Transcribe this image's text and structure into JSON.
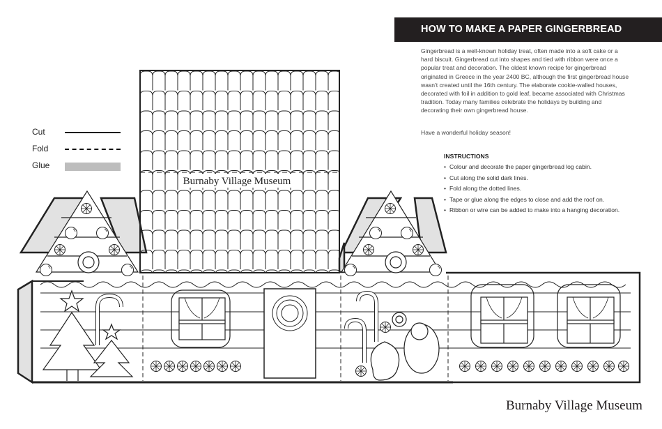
{
  "header": {
    "title": "HOW TO MAKE A PAPER GINGERBREAD",
    "bar_color": "#231f20"
  },
  "intro": {
    "paragraph": "Gingerbread is a well-known holiday treat, often made into a soft cake or a hard biscuit. Gingerbread cut into shapes and tied with ribbon were once a popular treat and decoration. The oldest known recipe for gingerbread originated in Greece in the year 2400 BC, although the first gingerbread house wasn't created until the 16th century. The elaborate cookie-walled houses, decorated with foil in addition to gold leaf, became associated with Christmas tradition. Today many families celebrate the holidays by building and decorating their own gingerbread house.",
    "closing": "Have a wonderful holiday season!"
  },
  "instructions": {
    "heading": "INSTRUCTIONS",
    "items": [
      "Colour and decorate the paper gingerbread log cabin.",
      "Cut along the solid dark lines.",
      "Fold along the dotted lines.",
      "Tape or glue along the edges to close and add the roof on.",
      "Ribbon or wire can be added to make into a hanging decoration."
    ]
  },
  "legend": {
    "items": [
      {
        "label": "Cut",
        "style": "solid-line"
      },
      {
        "label": "Fold",
        "style": "dashed-line"
      },
      {
        "label": "Glue",
        "style": "gray-fill",
        "color": "#bdbdbd"
      }
    ]
  },
  "template": {
    "roof_label": "Burnaby Village Museum",
    "panels": [
      {
        "name": "left-gable-wall",
        "decoration": "christmas trees and candy cane"
      },
      {
        "name": "front-wall",
        "decoration": "window and door with wreath"
      },
      {
        "name": "right-gable-wall",
        "decoration": "candy canes, lollipop and gingerbread santa"
      },
      {
        "name": "back-wall",
        "decoration": "two windows"
      }
    ],
    "glue_color": "#e2e2e2"
  },
  "footer": {
    "brand": "Burnaby Village Museum"
  }
}
